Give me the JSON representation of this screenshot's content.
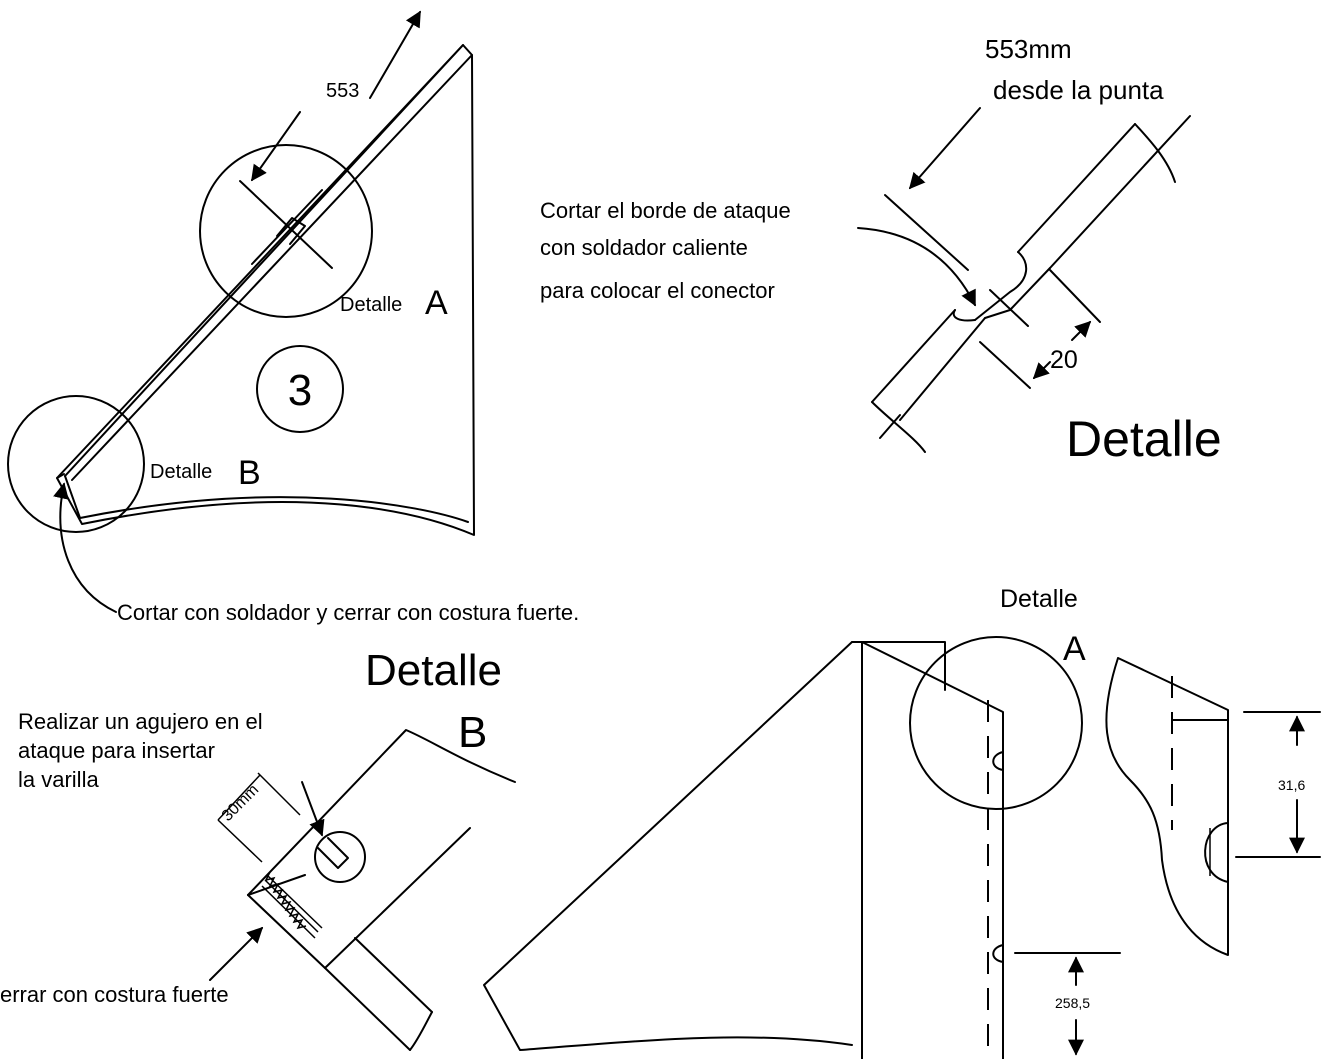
{
  "panel_number": "3",
  "top_left": {
    "dimension_553": "553",
    "detail_a_word": "Detalle",
    "detail_a_letter": "A",
    "detail_b_word": "Detalle",
    "detail_b_letter": "B",
    "cut_note": "Cortar con soldador y cerrar con costura fuerte."
  },
  "top_right": {
    "dim_line1": "553mm",
    "dim_line2": "desde la punta",
    "note_line1": "Cortar el borde de ataque",
    "note_line2": "con soldador caliente",
    "note_line3": "para colocar el conector",
    "dimension_20": "20",
    "title": "Detalle"
  },
  "bottom_left": {
    "title_word": "Detalle",
    "title_letter": "B",
    "note_line1": "Realizar un agujero en el",
    "note_line2": "ataque para insertar",
    "note_line3": "la varilla",
    "dimension_30": "30mm",
    "close_note": "errar con costura fuerte"
  },
  "bottom_right": {
    "detail_word": "Detalle",
    "detail_letter": "A",
    "dimension_31": "31,6",
    "dimension_258": "258,5"
  }
}
